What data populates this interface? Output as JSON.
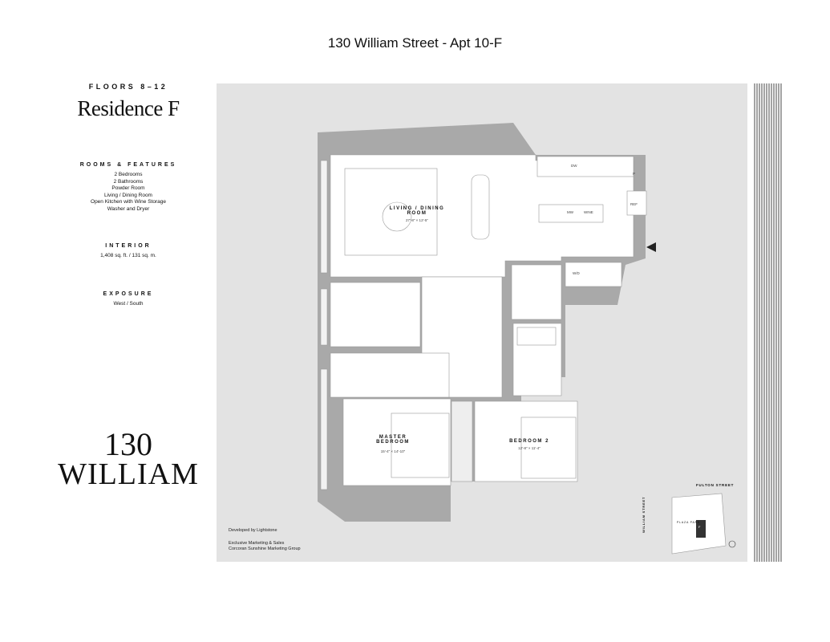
{
  "title": "130 William Street - Apt 10-F",
  "sidebar": {
    "floors": "FLOORS 8–12",
    "residence": "Residence F",
    "rooms_heading": "ROOMS & FEATURES",
    "rooms": [
      "2 Bedrooms",
      "2 Bathrooms",
      "Powder Room",
      "Living / Dining Room",
      "Open Kitchen with Wine Storage",
      "Washer and Dryer"
    ],
    "interior_heading": "INTERIOR",
    "interior": "1,408 sq. ft. / 131 sq. m.",
    "exposure_heading": "EXPOSURE",
    "exposure": "West / South",
    "logo": [
      "130",
      "WILLIAM"
    ]
  },
  "plan": {
    "rooms": [
      {
        "name": "LIVING / DINING ROOM",
        "dim": "27'-8\" × 12'-5\""
      },
      {
        "name": "MASTER BEDROOM",
        "dim": "15'-4\" × 14'-10\""
      },
      {
        "name": "BEDROOM 2",
        "dim": "12'-8\" × 11'-4\""
      }
    ],
    "fixtures": {
      "dw": "DW",
      "mw": "MW",
      "wine": "WINE",
      "ref": "REF",
      "p": "P",
      "wd": "W/D"
    },
    "credits": {
      "developer": "Developed by Lightstone",
      "marketing1": "Exclusive Marketing & Sales",
      "marketing2": "Corcoran Sunshine Marketing Group"
    },
    "keyplan": {
      "street1": "FULTON STREET",
      "street2": "WILLIAM STREET",
      "park": "PLAZA PARK",
      "unit": "F"
    }
  },
  "colors": {
    "panel": "#e3e3e3",
    "wall": "#a9a9a9",
    "interior": "#ffffff"
  }
}
